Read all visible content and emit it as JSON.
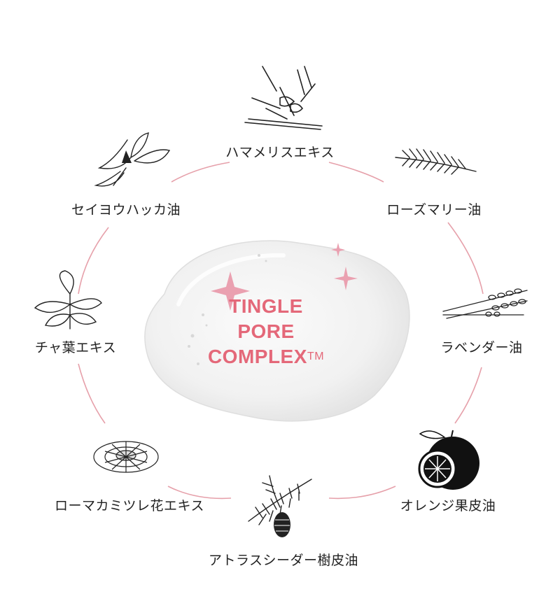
{
  "center": {
    "line1": "TINGLE",
    "line2": "PORE",
    "line3": "COMPLEX",
    "trademark": "TM",
    "text_color": "#e46879"
  },
  "ring_color": "#e6a0aa",
  "ingredients": [
    {
      "label": "ハマメリスエキス",
      "icon": "witch-hazel-icon"
    },
    {
      "label": "ローズマリー油",
      "icon": "rosemary-icon"
    },
    {
      "label": "ラベンダー油",
      "icon": "lavender-icon"
    },
    {
      "label": "オレンジ果皮油",
      "icon": "orange-icon"
    },
    {
      "label": "アトラスシーダー樹皮油",
      "icon": "cedar-icon"
    },
    {
      "label": "ローマカミツレ花エキス",
      "icon": "chamomile-icon"
    },
    {
      "label": "チャ葉エキス",
      "icon": "tea-leaf-icon"
    },
    {
      "label": "セイヨウハッカ油",
      "icon": "peppermint-icon"
    }
  ]
}
